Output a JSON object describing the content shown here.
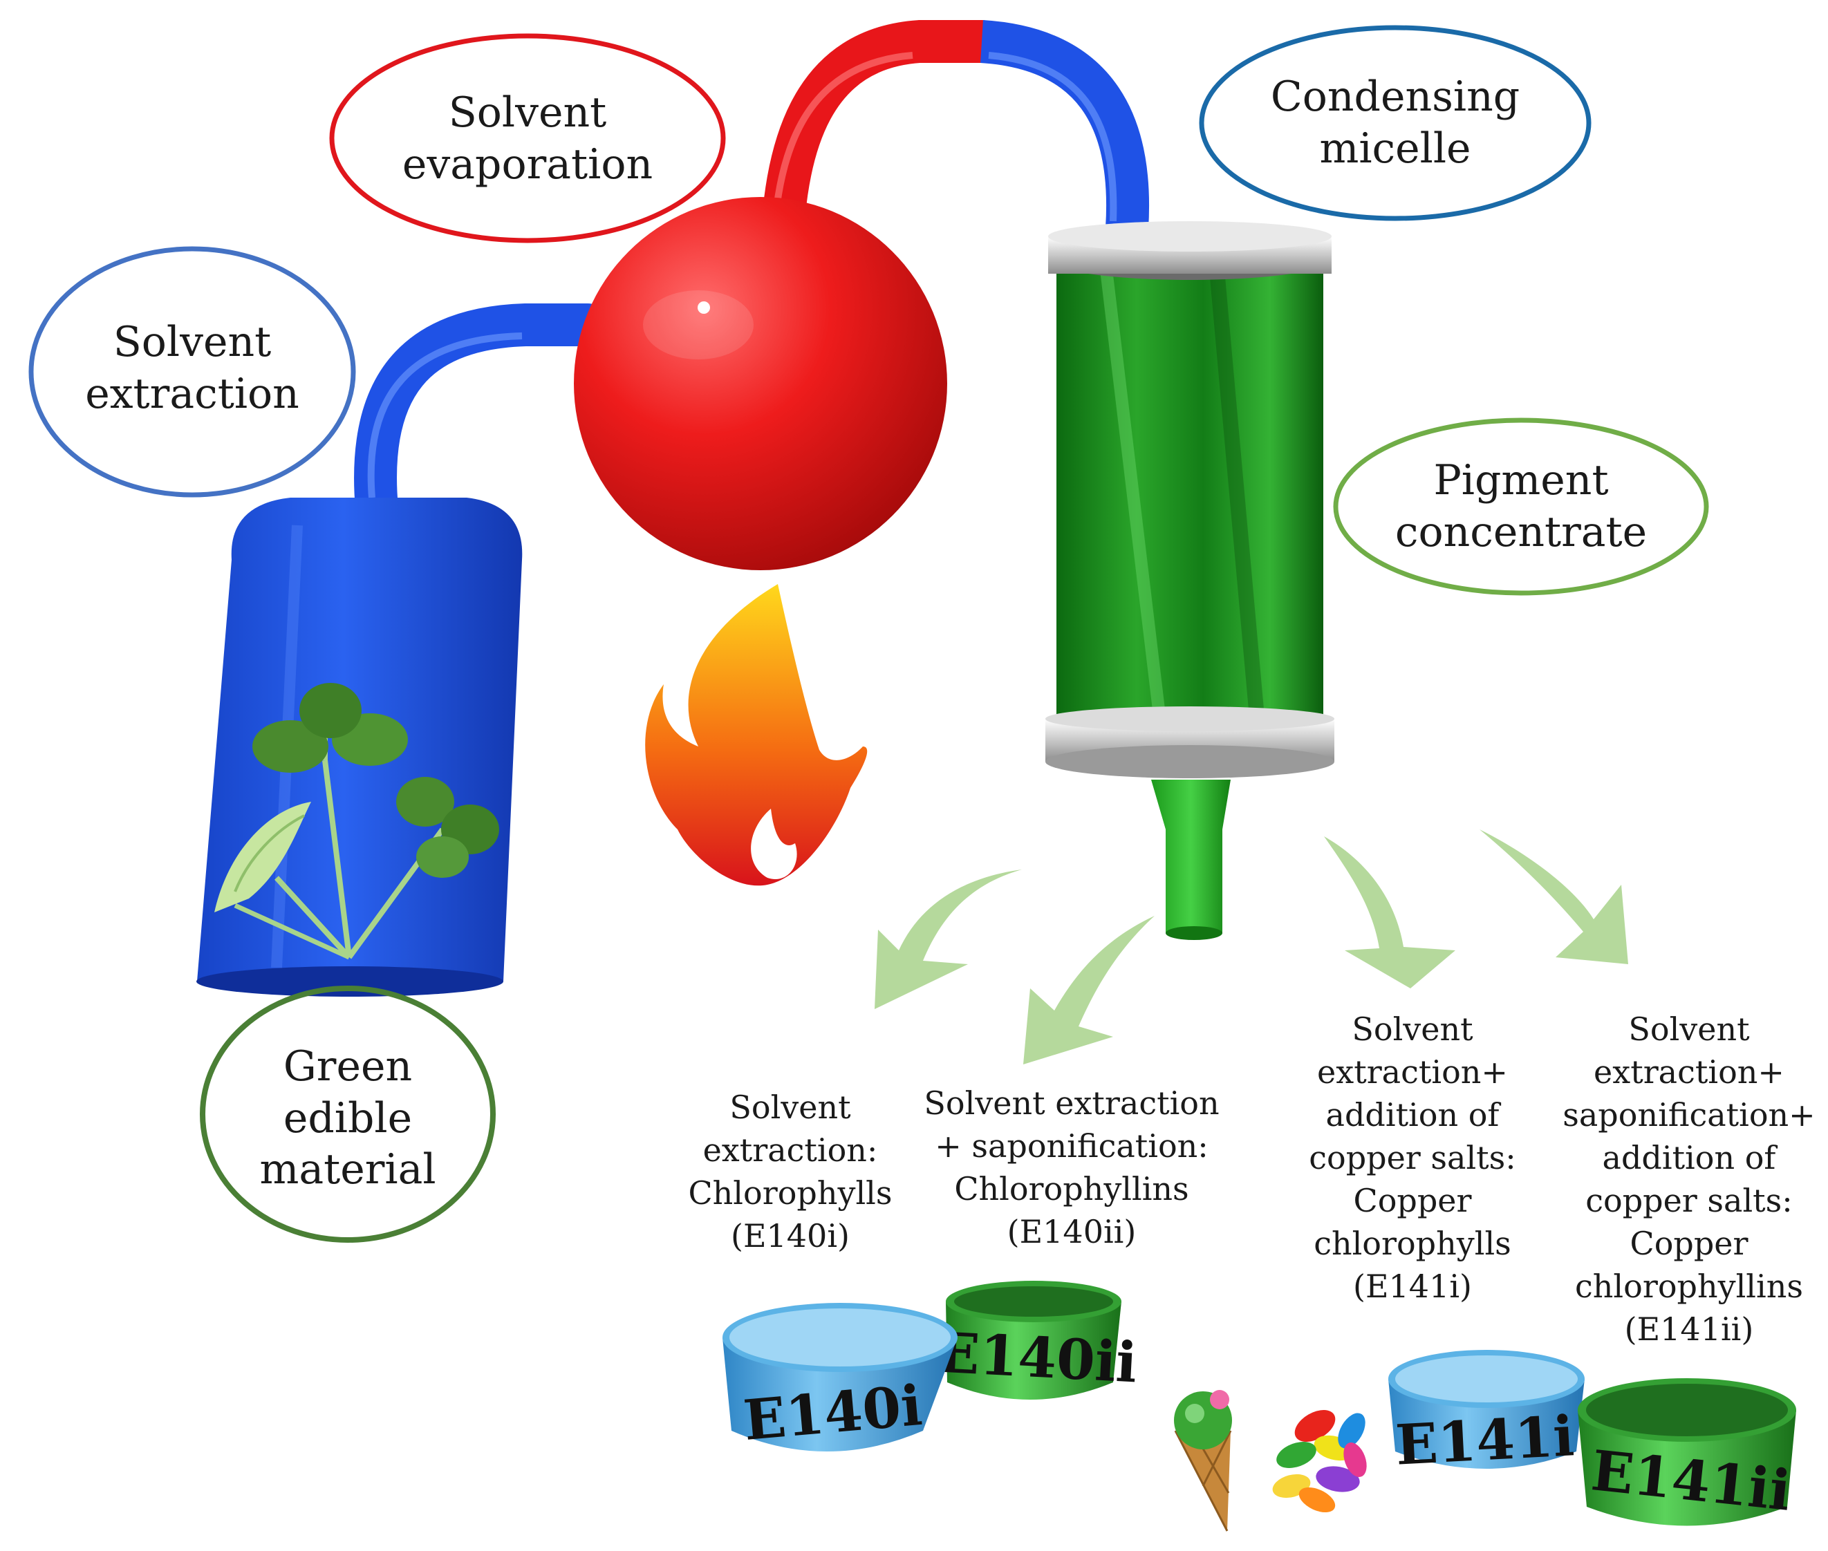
{
  "colors": {
    "tube_blue": "#1f52e6",
    "flask_red": "#e8161a",
    "column_green": "#1d8f1a",
    "arrow_green": "#b5d99c",
    "oval_blue": "#4472c4",
    "oval_red": "#e0161c",
    "oval_darkblue": "#1a6aa8",
    "oval_green": "#70ad47",
    "oval_darkgreen": "#4a7f35",
    "jar_blue": "#4da6de",
    "jar_green": "#3aab38"
  },
  "stages": {
    "solvent_extraction": {
      "line1": "Solvent",
      "line2": "extraction"
    },
    "solvent_evaporation": {
      "line1": "Solvent",
      "line2": "evaporation"
    },
    "condensing_micelle": {
      "line1": "Condensing",
      "line2": "micelle"
    },
    "pigment_concentrate": {
      "line1": "Pigment",
      "line2": "concentrate"
    },
    "green_edible_material": {
      "line1": "Green",
      "line2": "edible",
      "line3": "material"
    }
  },
  "products": [
    {
      "lines": [
        "Solvent",
        "extraction:",
        "Chlorophylls",
        "(E140i)"
      ],
      "code": "E140i"
    },
    {
      "lines": [
        "Solvent  extraction",
        "+ saponification:",
        "Chlorophyllins",
        "(E140ii)"
      ],
      "code": "E140ii"
    },
    {
      "lines": [
        "Solvent",
        "extraction+",
        "addition  of",
        "copper  salts:",
        "Copper",
        "chlorophylls",
        "(E141i)"
      ],
      "code": "E141i"
    },
    {
      "lines": [
        "Solvent",
        "extraction+",
        "saponification+",
        "addition  of",
        "copper  salts:",
        "Copper",
        "chlorophyllins",
        "(E141ii)"
      ],
      "code": "E141ii"
    }
  ],
  "icons": [
    "leaf-icon",
    "flame-icon",
    "ice-cream-icon",
    "jelly-beans-icon"
  ]
}
